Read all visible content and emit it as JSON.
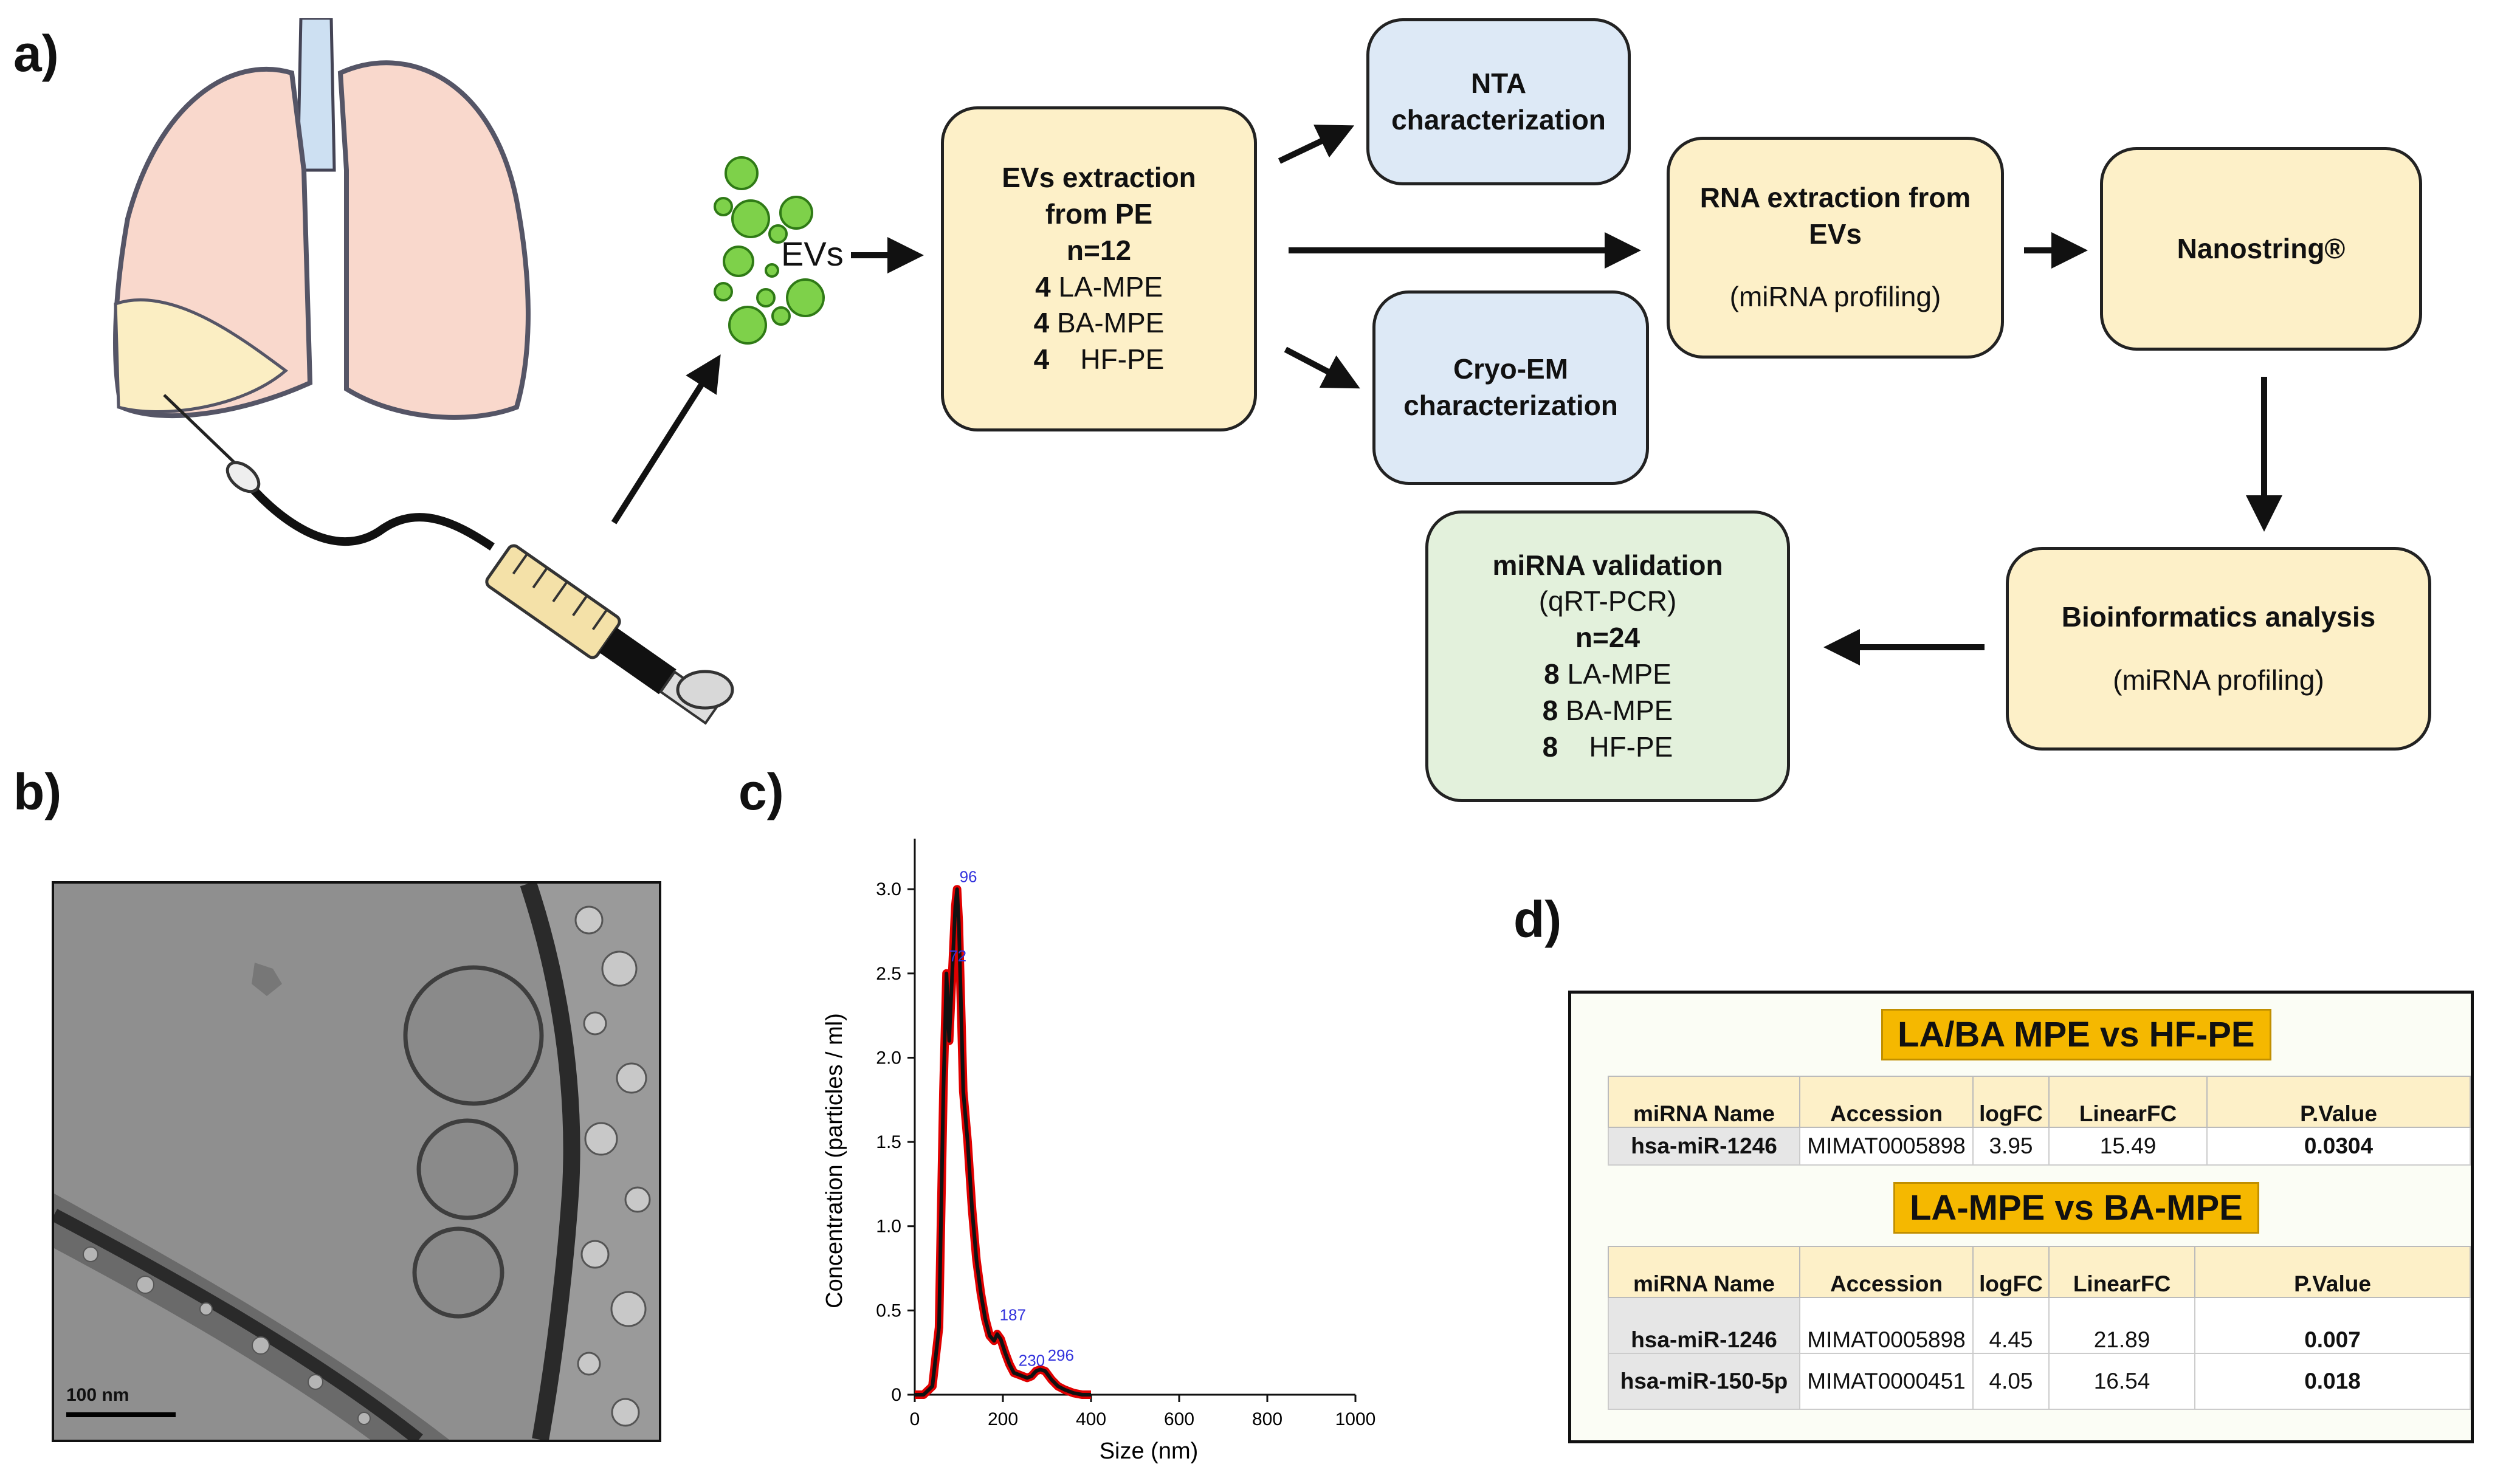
{
  "panels": {
    "a": "a)",
    "b": "b)",
    "c": "c)",
    "d": "d)"
  },
  "evs_label": "EVs",
  "boxes": {
    "extraction": {
      "title1": "EVs extraction",
      "title2": "from PE",
      "n": "n=12",
      "groups": [
        {
          "num": "4",
          "label": "LA-MPE"
        },
        {
          "num": "4",
          "label": "BA-MPE"
        },
        {
          "num": "4",
          "label": "HF-PE"
        }
      ]
    },
    "nta": {
      "l1": "NTA",
      "l2": "characterization"
    },
    "cryo": {
      "l1": "Cryo-EM",
      "l2": "characterization"
    },
    "rna": {
      "l1": "RNA extraction from",
      "l2": "EVs",
      "l3": "(miRNA profiling)"
    },
    "nanostring": {
      "l1": "Nanostring®"
    },
    "bioinf": {
      "l1": "Bioinformatics analysis",
      "l2": "(miRNA profiling)"
    },
    "validation": {
      "l1": "miRNA validation",
      "l2": "(qRT-PCR)",
      "n": "n=24",
      "groups": [
        {
          "num": "8",
          "label": "LA-MPE"
        },
        {
          "num": "8",
          "label": "BA-MPE"
        },
        {
          "num": "8",
          "label": "HF-PE"
        }
      ]
    }
  },
  "cryo_image": {
    "scale_label": "100 nm"
  },
  "colors": {
    "yellow": "#fdf0c8",
    "blue": "#dde9f6",
    "green": "#e3f1dc",
    "title_bg": "#f5b800",
    "nta_red": "#e00000",
    "peak_blue": "#3333dd"
  },
  "chart_data": {
    "type": "line",
    "xlabel": "Size (nm)",
    "ylabel": "Concentration (particles / ml)",
    "xlim": [
      0,
      1000
    ],
    "ylim": [
      0,
      3.3
    ],
    "xticks": [
      0,
      200,
      400,
      600,
      800,
      1000
    ],
    "yticks": [
      0,
      0.5,
      1.0,
      1.5,
      2.0,
      2.5,
      3.0
    ],
    "ytick_labels": [
      "0",
      "0.5",
      "1.0",
      "1.5",
      "2.0",
      "2.5",
      "3.0"
    ],
    "x": [
      0,
      20,
      40,
      55,
      65,
      72,
      78,
      85,
      92,
      96,
      100,
      110,
      120,
      130,
      140,
      150,
      160,
      170,
      180,
      187,
      195,
      205,
      215,
      225,
      235,
      245,
      255,
      265,
      275,
      285,
      296,
      310,
      325,
      340,
      360,
      380,
      400
    ],
    "series": [
      {
        "values": [
          0,
          0,
          0.05,
          0.4,
          1.8,
          2.5,
          2.1,
          2.5,
          2.9,
          3.0,
          2.8,
          1.8,
          1.5,
          1.1,
          0.8,
          0.6,
          0.45,
          0.35,
          0.32,
          0.36,
          0.33,
          0.25,
          0.18,
          0.13,
          0.12,
          0.11,
          0.1,
          0.11,
          0.14,
          0.15,
          0.14,
          0.09,
          0.05,
          0.03,
          0.01,
          0,
          0
        ]
      }
    ],
    "peak_labels": [
      {
        "x": 72,
        "y": 2.55,
        "text": "72"
      },
      {
        "x": 96,
        "y": 3.02,
        "text": "96"
      },
      {
        "x": 187,
        "y": 0.42,
        "text": "187"
      },
      {
        "x": 230,
        "y": 0.15,
        "text": "230"
      },
      {
        "x": 296,
        "y": 0.18,
        "text": "296"
      }
    ]
  },
  "table1": {
    "title": "LA/BA MPE vs HF-PE",
    "headers": [
      "miRNA Name",
      "Accession",
      "logFC",
      "LinearFC",
      "P.Value"
    ],
    "rows": [
      [
        "hsa-miR-1246",
        "MIMAT0005898",
        "3.95",
        "15.49",
        "0.0304"
      ]
    ]
  },
  "table2": {
    "title": "LA-MPE vs BA-MPE",
    "headers": [
      "miRNA Name",
      "Accession",
      "logFC",
      "LinearFC",
      "P.Value"
    ],
    "rows": [
      [
        "hsa-miR-1246",
        "MIMAT0005898",
        "4.45",
        "21.89",
        "0.007"
      ],
      [
        "hsa-miR-150-5p",
        "MIMAT0000451",
        "4.05",
        "16.54",
        "0.018"
      ]
    ]
  }
}
